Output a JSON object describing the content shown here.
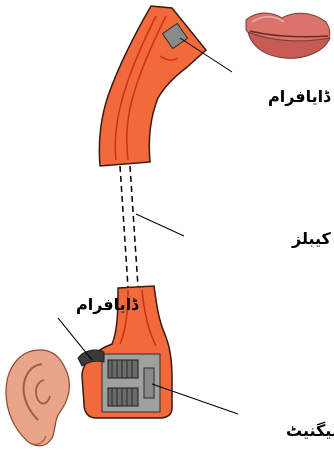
{
  "labels": {
    "top_diaphragm": "ڈایافرام",
    "telephone_cable": "ٹیلی فون کیبلز",
    "bottom_diaphragm": "ڈایافرام",
    "electromagnet": "الیکٹرو میگنیٹ"
  },
  "colors": {
    "body_fill": "#f26a3b",
    "body_stroke": "#3a1a10",
    "inner_line": "#c8321b",
    "diaphragm": "#8a8a8a",
    "magnet_box": "#a0a0a0",
    "coil": "#5b5b5b",
    "skin": "#e8a58a",
    "lip": "#c65a55"
  },
  "icons": {
    "mouth": "lips-icon",
    "ear": "ear-icon"
  }
}
